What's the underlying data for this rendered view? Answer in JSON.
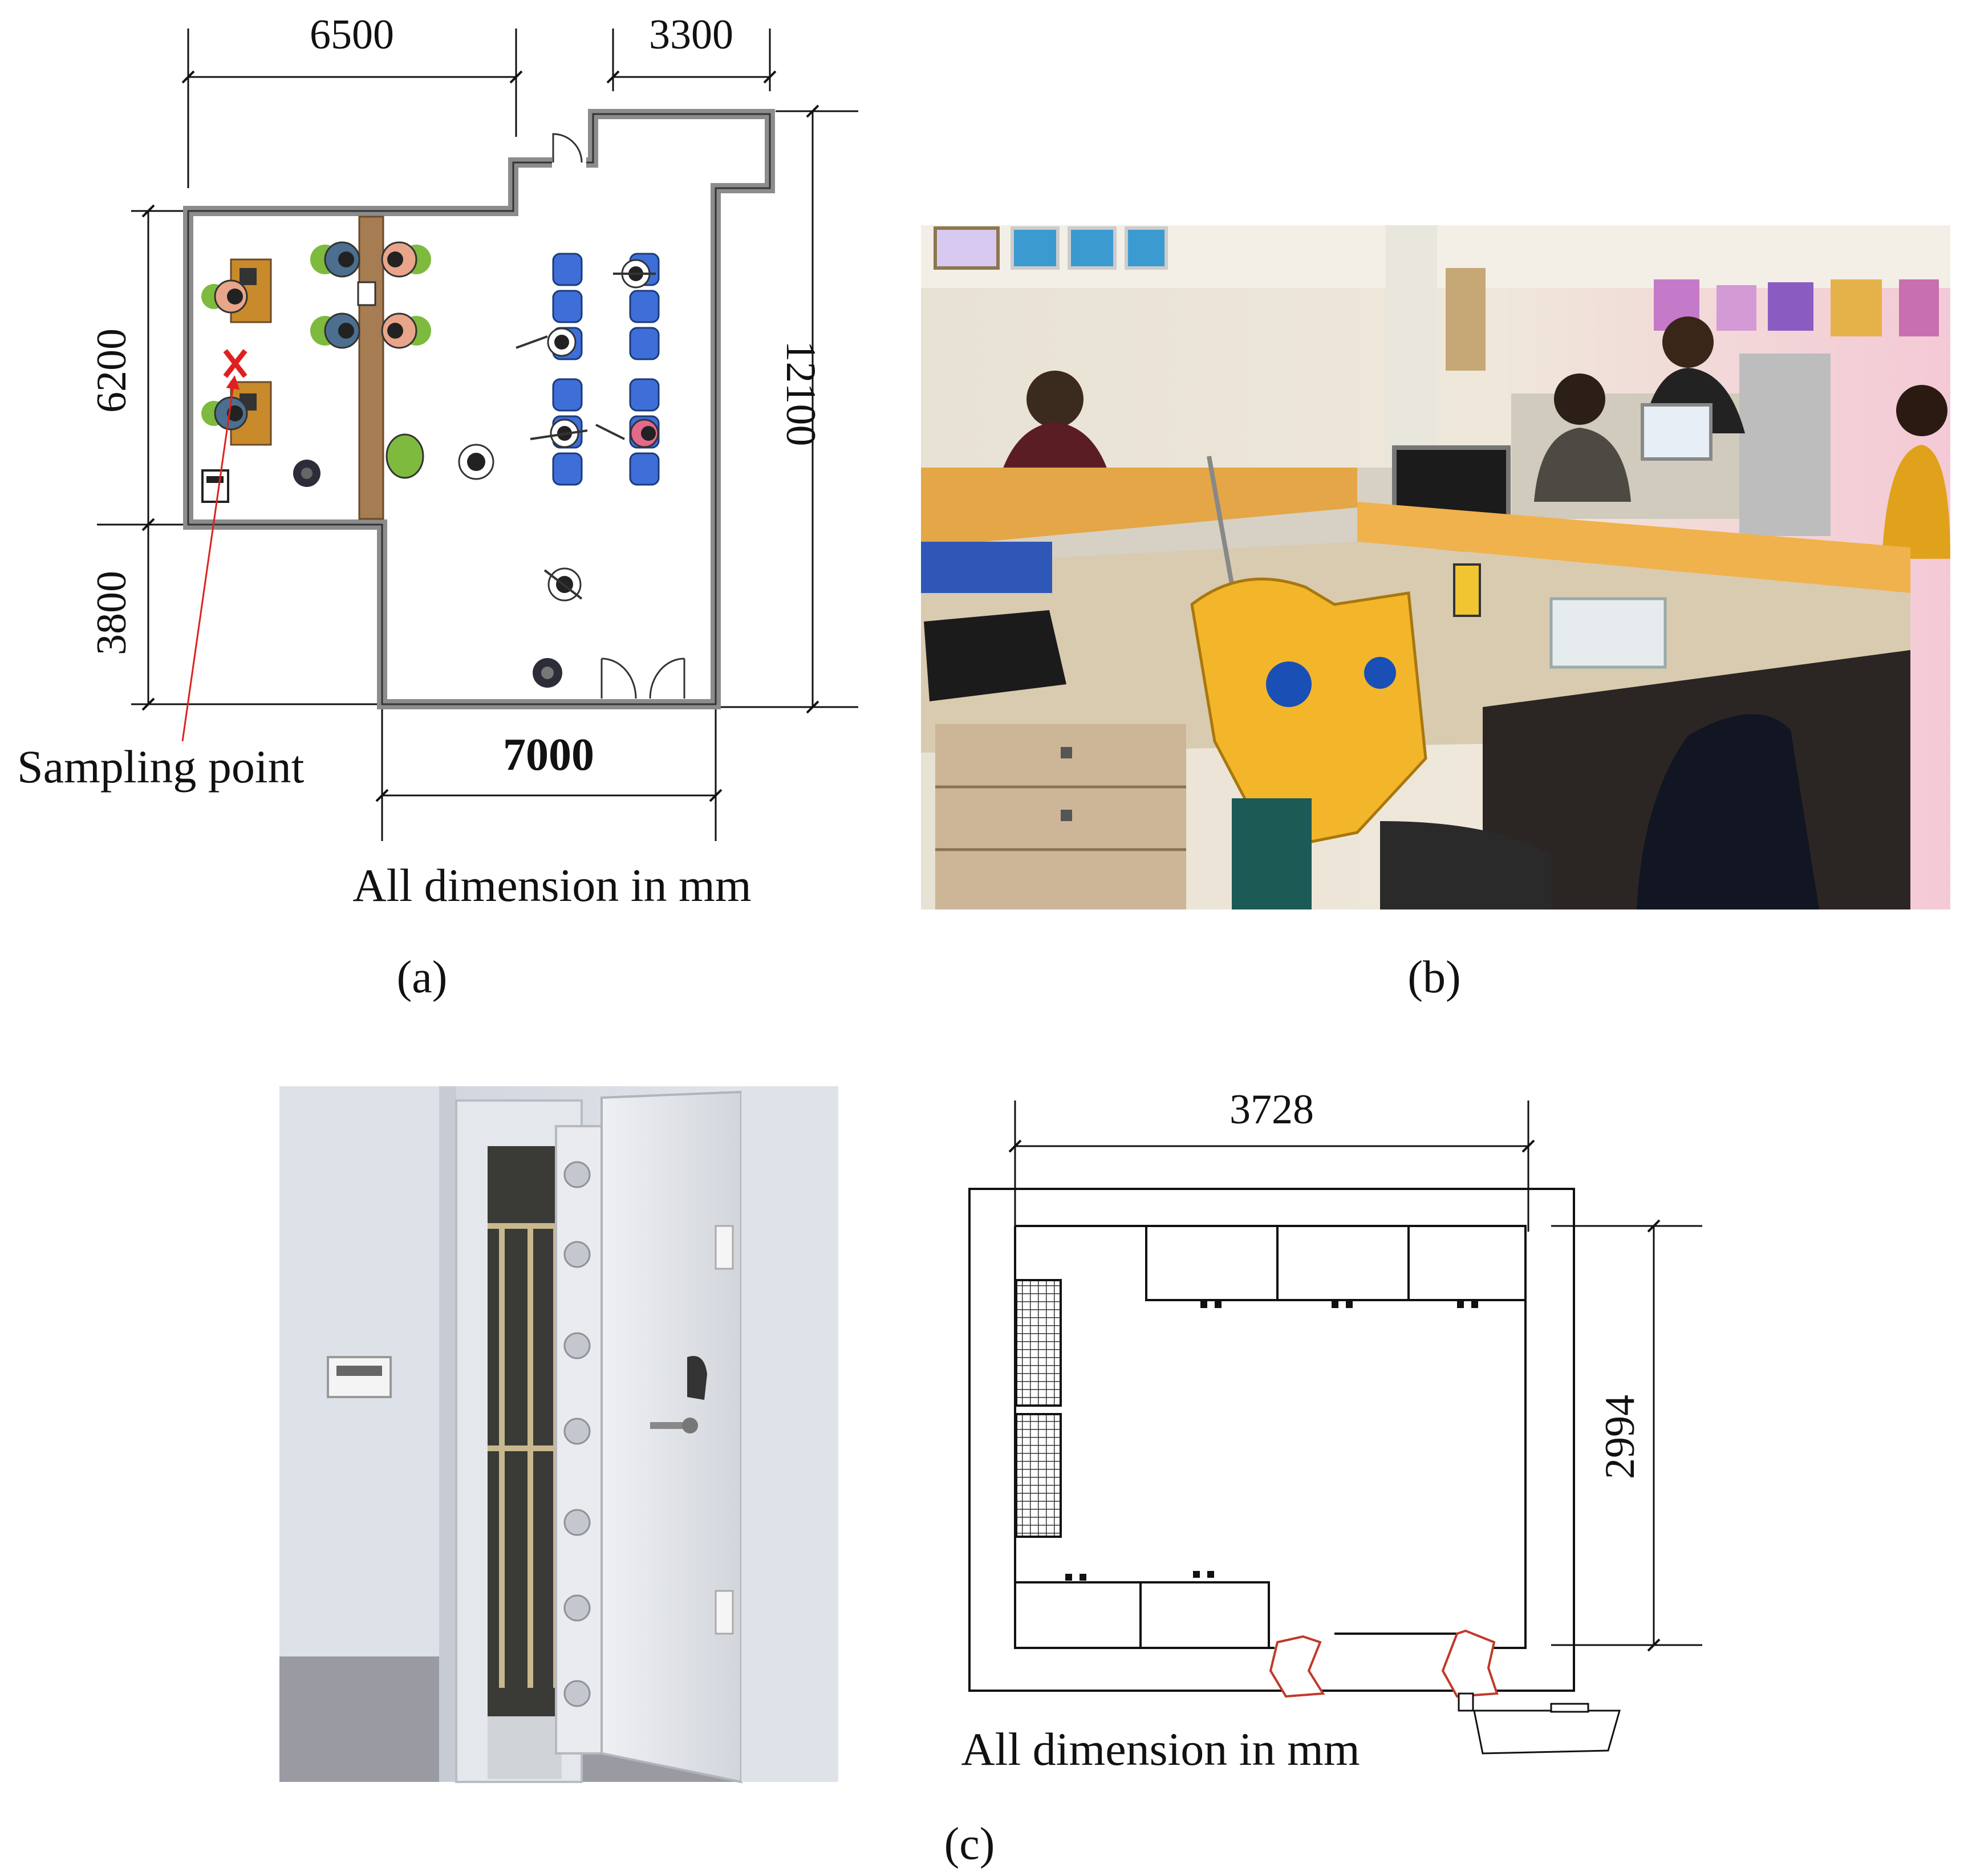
{
  "panel_a": {
    "dims": {
      "top_left": "6500",
      "top_right": "3300",
      "left_upper": "6200",
      "left_lower": "3800",
      "right": "12100",
      "bottom": "7000"
    },
    "sampling_label": "Sampling point",
    "unit_note": "All dimension in mm",
    "caption": "(a)"
  },
  "panel_b": {
    "caption": "(b)"
  },
  "panel_c": {
    "dims": {
      "top": "3728",
      "right": "2994"
    },
    "unit_note": "All dimension in mm",
    "caption": "(c)"
  },
  "colors": {
    "wall": "#8c8c8c",
    "partition": "#a67c52",
    "chair_blue": "#3e6fd8",
    "chair_green": "#7dba3e",
    "desk": "#c98a2b",
    "sample_red": "#e02020",
    "door_red": "#c0392b"
  }
}
